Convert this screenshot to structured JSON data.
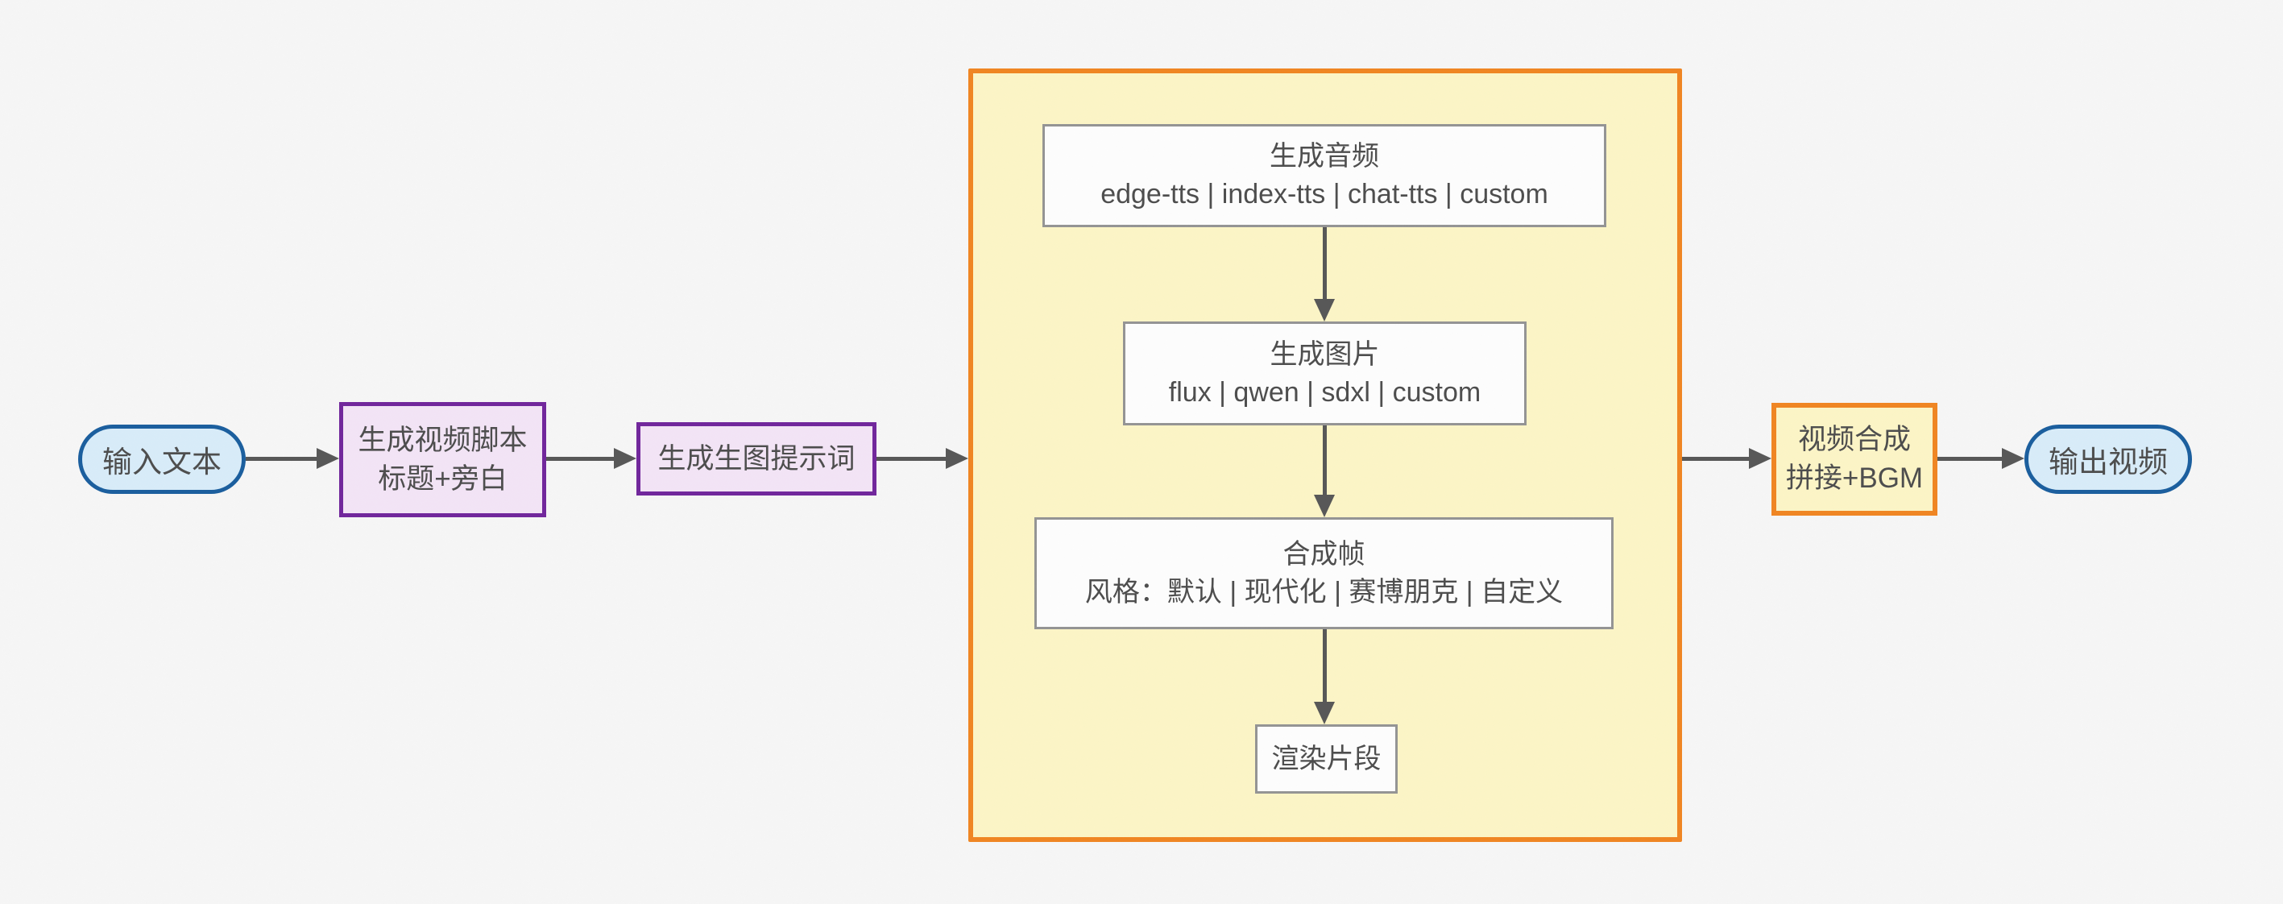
{
  "diagram": {
    "type": "flowchart",
    "direction": "left-to-right",
    "nodes": {
      "input": {
        "shape": "stadium",
        "label": "输入文本"
      },
      "script": {
        "shape": "rect",
        "line1": "生成视频脚本",
        "line2": "标题+旁白"
      },
      "prompt": {
        "shape": "rect",
        "label": "生成生图提示词"
      },
      "audio": {
        "shape": "rect",
        "line1": "生成音频",
        "line2": "edge-tts | index-tts | chat-tts | custom"
      },
      "image": {
        "shape": "rect",
        "line1": "生成图片",
        "line2": "flux | qwen | sdxl | custom"
      },
      "frame": {
        "shape": "rect",
        "line1": "合成帧",
        "line2": "风格：默认 | 现代化 | 赛博朋克 | 自定义"
      },
      "render": {
        "shape": "rect",
        "label": "渲染片段"
      },
      "compose": {
        "shape": "rect",
        "line1": "视频合成",
        "line2": "拼接+BGM"
      },
      "output": {
        "shape": "stadium",
        "label": "输出视频"
      }
    },
    "edges": [
      {
        "from": "input",
        "to": "script"
      },
      {
        "from": "script",
        "to": "prompt"
      },
      {
        "from": "prompt",
        "to": "pipeline-subgraph"
      },
      {
        "from": "audio",
        "to": "image"
      },
      {
        "from": "image",
        "to": "frame"
      },
      {
        "from": "frame",
        "to": "render"
      },
      {
        "from": "pipeline-subgraph",
        "to": "compose"
      },
      {
        "from": "compose",
        "to": "output"
      }
    ],
    "colors": {
      "background": "#f6f6f6",
      "arrow": "#575757",
      "text": "#4d4d4d",
      "stadium_fill": "#d8ecf9",
      "stadium_border": "#1a5e9e",
      "purple_fill": "#f3e4f6",
      "purple_border": "#71269c",
      "yellow_fill": "#fcf5c6",
      "orange_border": "#f08522",
      "inner_fill": "#fdfdfd",
      "inner_border": "#949494"
    }
  }
}
